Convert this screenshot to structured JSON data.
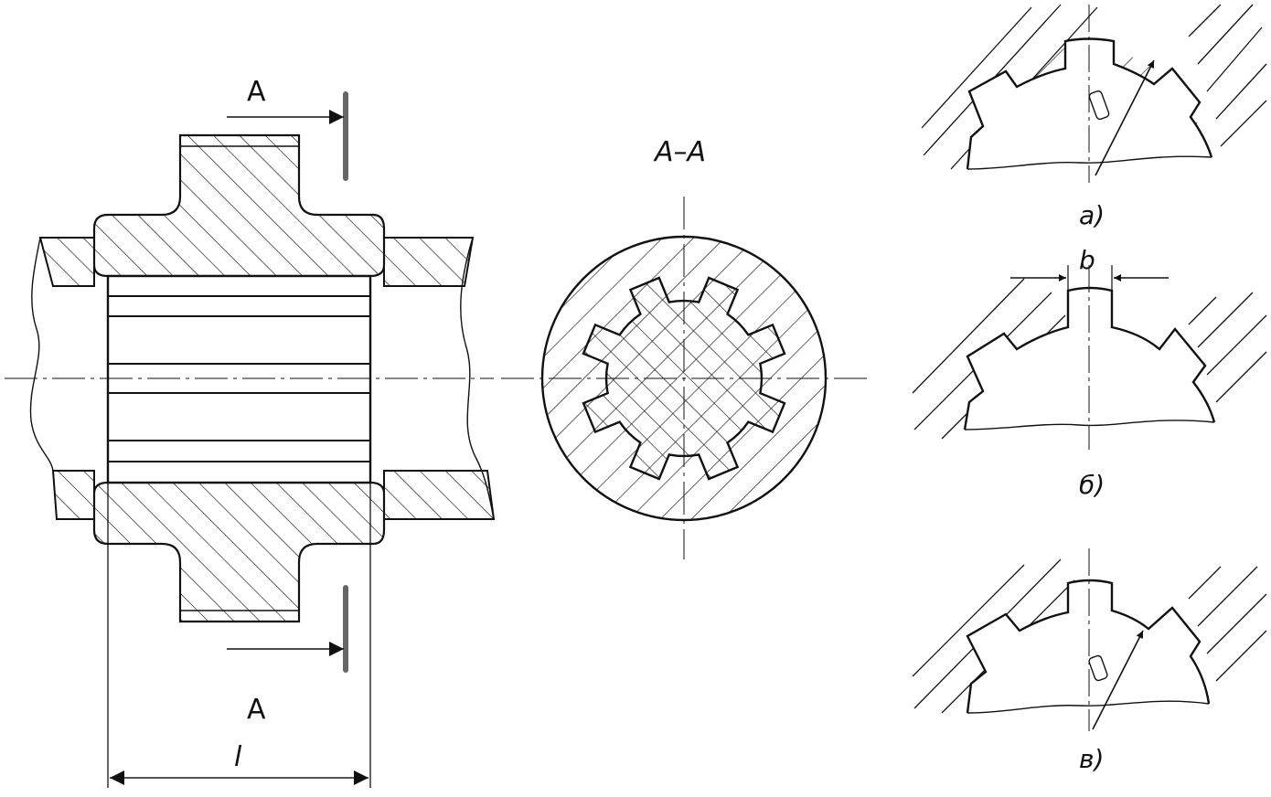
{
  "labels": {
    "section_mark_top": "A",
    "section_mark_bottom": "A",
    "section_title": "A–A",
    "length_dim": "l",
    "width_dim": "b",
    "variant_a": "a)",
    "variant_b": "б)",
    "variant_c": "в)"
  },
  "colors": {
    "line": "#111111",
    "cut_plane": "#666666",
    "background": "#ffffff"
  },
  "spline": {
    "teeth_count": 8
  }
}
